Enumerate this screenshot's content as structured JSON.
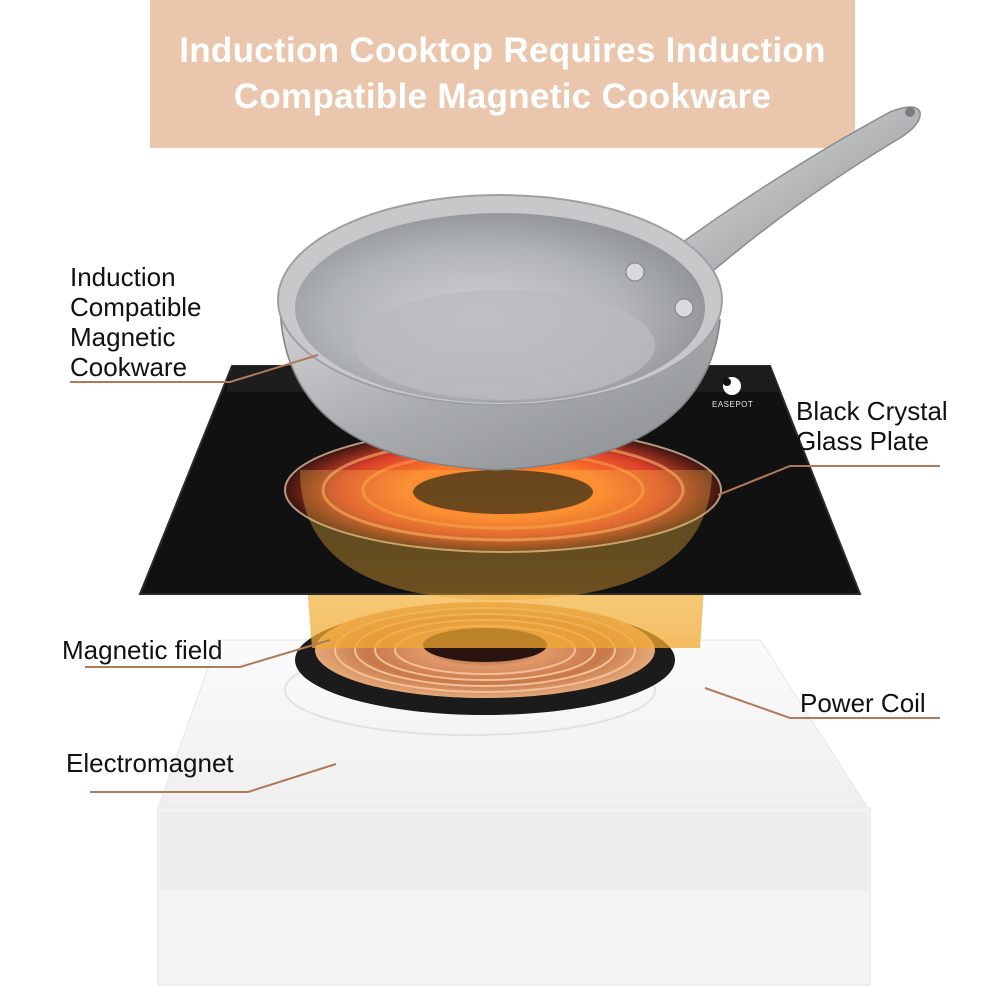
{
  "banner": {
    "line1": "Induction Cooktop Requires Induction",
    "line2": "Compatible Magnetic Cookware"
  },
  "labels": {
    "cookware": [
      "Induction",
      "Compatible",
      "Magnetic",
      "Cookware"
    ],
    "glass_plate": [
      "Black Crystal",
      "Glass Plate"
    ],
    "magnetic_field": "Magnetic field",
    "power_coil": "Power Coil",
    "electromagnet": "Electromagnet"
  },
  "brand": "EASEPOT",
  "colors": {
    "banner_bg": "#e9c6ac",
    "banner_text": "#ffffff",
    "leader_line": "#b07a5a",
    "glass_plate": "#111111",
    "coil": "#c8794a",
    "glow": "#f0b43a"
  }
}
